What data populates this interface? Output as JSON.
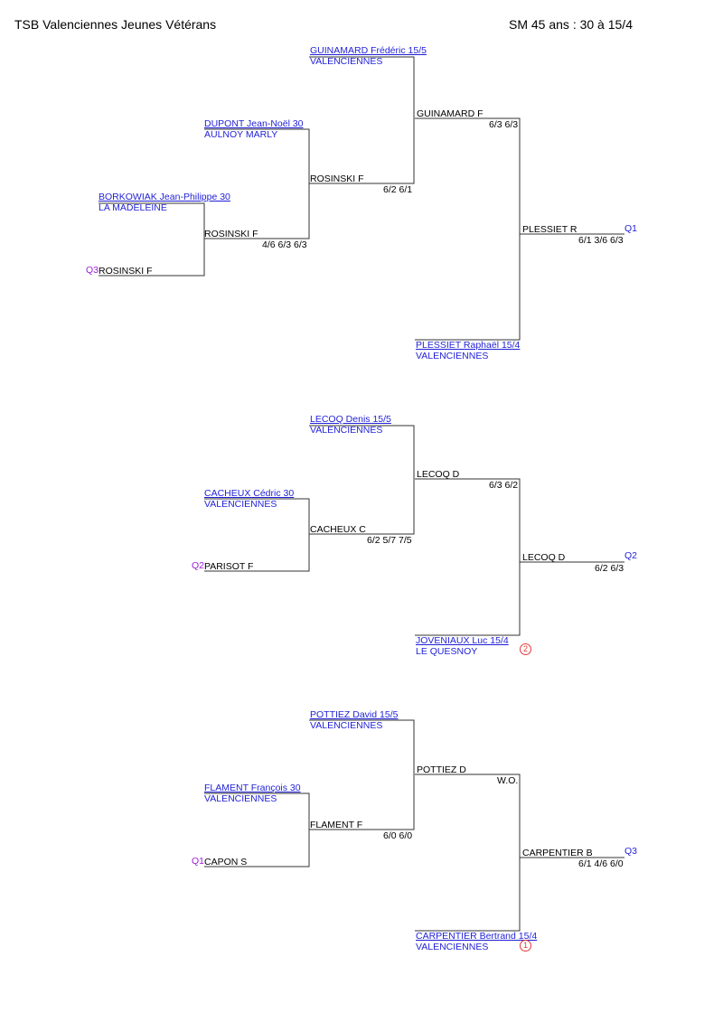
{
  "header": {
    "left": "TSB Valenciennes Jeunes Vétérans",
    "right": "SM 45 ans : 30 à 15/4"
  },
  "s1": {
    "guinamard": {
      "name": "GUINAMARD Frédéric 15/5",
      "club": "VALENCIENNES"
    },
    "dupont": {
      "name": "DUPONT Jean-Noël 30",
      "club": "AULNOY MARLY"
    },
    "borkowiak": {
      "name": "BORKOWIAK Jean-Philippe 30",
      "club": "LA MADELEINE"
    },
    "rosinski_q": {
      "name": "ROSINSKI F",
      "q": "Q3"
    },
    "r1_winner": "ROSINSKI F",
    "r1_score": "4/6 6/3 6/3",
    "r2_winner": "ROSINSKI F",
    "r2_score": "6/2 6/1",
    "r3_winner": "GUINAMARD F",
    "r3_score": "6/3 6/3",
    "plessiet": {
      "name": "PLESSIET Raphaël 15/4",
      "club": "VALENCIENNES"
    },
    "final_winner": "PLESSIET R",
    "final_score": "6/1 3/6 6/3",
    "qual": "Q1"
  },
  "s2": {
    "lecoq": {
      "name": "LECOQ Denis 15/5",
      "club": "VALENCIENNES"
    },
    "cacheux": {
      "name": "CACHEUX Cédric 30",
      "club": "VALENCIENNES"
    },
    "parisot_q": {
      "name": "PARISOT F",
      "q": "Q2"
    },
    "r1_winner": "CACHEUX C",
    "r1_score": "6/2 5/7 7/5",
    "r2_winner": "LECOQ D",
    "r2_score": "6/3 6/2",
    "joveniaux": {
      "name": "JOVENIAUX Luc 15/4",
      "club": "LE QUESNOY",
      "seed": "2"
    },
    "final_winner": "LECOQ D",
    "final_score": "6/2 6/3",
    "qual": "Q2"
  },
  "s3": {
    "pottiez": {
      "name": "POTTIEZ David 15/5",
      "club": "VALENCIENNES"
    },
    "flament": {
      "name": "FLAMENT François 30",
      "club": "VALENCIENNES"
    },
    "capon_q": {
      "name": "CAPON S",
      "q": "Q1"
    },
    "r1_winner": "FLAMENT F",
    "r1_score": "6/0 6/0",
    "r2_winner": "POTTIEZ D",
    "r2_score": "W.O.",
    "carpentier": {
      "name": "CARPENTIER Bertrand 15/4",
      "club": "VALENCIENNES",
      "seed": "1"
    },
    "final_winner": "CARPENTIER B",
    "final_score": "6/1 4/6 6/0",
    "qual": "Q3"
  }
}
